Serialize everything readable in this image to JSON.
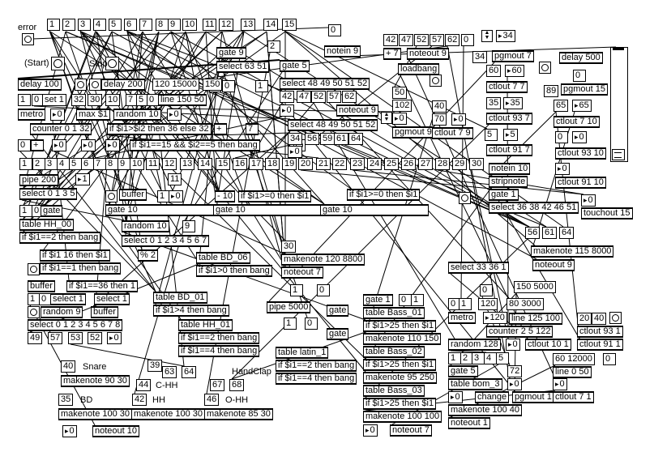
{
  "patch": {
    "objects": [
      "1",
      "2",
      "3",
      "4",
      "5",
      "6",
      "7",
      "8",
      "9",
      "10",
      "11",
      "12",
      "13",
      "14",
      "15",
      "error",
      "(Start)",
      "Stop",
      "2",
      "gate 9",
      "select 63 51",
      "gate 5",
      "delay 100",
      "delay 200",
      "120 15000",
      "150",
      "1",
      "0",
      "set 1",
      "32",
      "30",
      "10",
      "7",
      "5",
      "0",
      "line 150 50",
      "metro",
      "0",
      "max $1",
      "random 10",
      "0",
      "counter 0 1 32",
      "if $i1>$i2 then 36 else 32",
      "0",
      "+",
      "0",
      "0",
      "0",
      "if $i1==15 && $i2==5 then bang",
      "0",
      "1",
      "+",
      "7",
      "select 48 49 50 51 52",
      "42",
      "47",
      "52",
      "57",
      "62",
      "0",
      "noteout 9",
      "select 48 49 50 51 52",
      "34",
      "56",
      "59",
      "61",
      "64",
      "0",
      "0",
      "42",
      "47",
      "52",
      "57",
      "62",
      "0",
      "+ 7",
      "noteout 9",
      "notein 9",
      "34",
      "34",
      "pgmout 7",
      "loadbang",
      "50",
      "102",
      "40",
      "0",
      "70",
      "0",
      "pgmout 9",
      "ctlout 7 9",
      "60",
      "60",
      "ctlout 7 7",
      "35",
      "35",
      "ctlout 93 7",
      "5",
      "5",
      "ctlout 91 7",
      "delay 500",
      "0",
      "89",
      "pgmout 15",
      "65",
      "65",
      "ctlout 7 10",
      "0",
      "0",
      "ctlout 93 10",
      "0",
      "ctlout 91 10",
      "0",
      "touchout 15",
      "1",
      "2",
      "3",
      "4",
      "5",
      "6",
      "7",
      "8",
      "9",
      "10",
      "11",
      "12",
      "13",
      "14",
      "15",
      "16",
      "17",
      "18",
      "19",
      "20",
      "21",
      "22",
      "23",
      "24",
      "25",
      "26",
      "27",
      "28",
      "29",
      "30",
      "notein 10",
      "stripnote",
      "gate 1",
      "select 36 38 42 46 51",
      "pipe 200",
      "1",
      "11",
      "select 0 1 3 5",
      "buffer",
      "1",
      "0",
      "- 10",
      "if $i1>=0 then $i1",
      "if $i1>=0 then $i1",
      "1",
      "0",
      "gate",
      "gate 10",
      "gate 10",
      "gate 10",
      "table HH_00",
      "random 10",
      "9",
      "if $i1==2 then bang",
      "select 0 1 2 3 4 5 6 7",
      "30",
      "makenote 120 8800",
      "noteout 7",
      "56",
      "61",
      "64",
      "makenote 115 8000",
      "noteout 9",
      "if $i1 16 then $i1",
      "% 2",
      "table BD_06",
      "if $i1>0 then bang",
      "if $i1==1 then bang",
      "buffer",
      "if $i1==36 then 1",
      "1",
      "0",
      "select 1",
      "select 1",
      "table BD_01",
      "random 9",
      "buffer",
      "if $i1>4 then bang",
      "select 0 1 2 3 4 5 6 7 8",
      "49",
      "57",
      "53",
      "52",
      "0",
      "table HH_01",
      "if $i1==2 then bang",
      "if $i1==4 then bang",
      "39",
      "40",
      "Snare",
      "makenote 90 30",
      "63",
      "64",
      "HandClap",
      "44",
      "C-HH",
      "67",
      "68",
      "35",
      "BD",
      "42",
      "HH",
      "46",
      "O-HH",
      "makenote 100 30",
      "makenote 100 30",
      "makenote 85 30",
      "0",
      "noteout 10",
      "1",
      "0",
      "pipe 5000",
      "gate",
      "1",
      "0",
      "gate",
      "table latin_1",
      "if $i1==2 then bang",
      "if $i1==4 then bang",
      "gate 1",
      "0",
      "1",
      "table Bass_01",
      "if $i1>25 then $i1",
      "makenote 110 150",
      "table Bass_02",
      "if $i1>25 then $i1",
      "makenote 95 250",
      "table Bass_03",
      "if $i1>25 then $i1",
      "makenote 100 100",
      "0",
      "noteout 7",
      "select 33 36 1",
      "0",
      "150 5000",
      "0",
      "1",
      "120",
      "80 3000",
      "metro",
      "120",
      "line 125 100",
      "counter 2 5 122",
      "random 128",
      "0",
      "ctlout 10 1",
      "1",
      "2",
      "3",
      "4",
      "5",
      "gate 5",
      "72",
      "table bom_3",
      "0",
      "0",
      "change",
      "pgmout 1",
      "makenote 100 40",
      "noteout 1",
      "20",
      "40",
      "ctlout 93 1",
      "ctlout 91 1",
      "60 12000",
      "0",
      "line 0 50",
      "0",
      "ctlout 7 1"
    ]
  }
}
